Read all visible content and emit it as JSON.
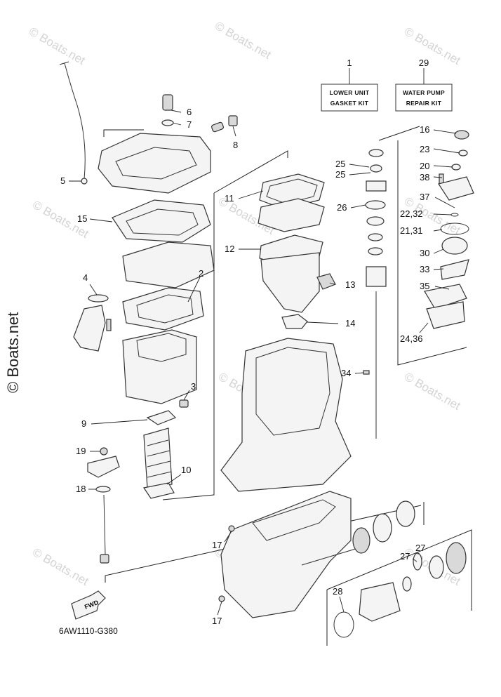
{
  "diagram": {
    "kits": [
      {
        "number": "1",
        "line1": "LOWER UNIT",
        "line2": "GASKET KIT"
      },
      {
        "number": "29",
        "line1": "WATER PUMP",
        "line2": "REPAIR KIT"
      }
    ],
    "callouts": [
      "16",
      "23",
      "20",
      "38",
      "37",
      "22,32",
      "21,31",
      "30",
      "33",
      "35",
      "24,36",
      "25",
      "25",
      "26",
      "11",
      "12",
      "13",
      "14",
      "34",
      "6",
      "7",
      "8",
      "5",
      "15",
      "4",
      "2",
      "3",
      "9",
      "19",
      "10",
      "18",
      "17",
      "17",
      "27",
      "27",
      "28"
    ],
    "watermark": "© Boats.net",
    "side_watermark": "© Boats.net",
    "fwd_label": "FWD",
    "drawing_code": "6AW1110-G380"
  }
}
